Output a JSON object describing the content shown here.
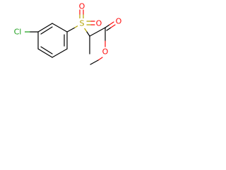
{
  "atoms": [
    {
      "id": "cl",
      "symbol": "Cl",
      "color": "#1fa01f"
    },
    {
      "id": "s",
      "symbol": "S",
      "color": "#b3a400"
    },
    {
      "id": "o_s_top",
      "symbol": "O",
      "color": "#ff0d0d"
    },
    {
      "id": "o_s_right",
      "symbol": "O",
      "color": "#ff0d0d"
    },
    {
      "id": "o_carbonyl",
      "symbol": "O",
      "color": "#ff0d0d"
    },
    {
      "id": "o_ester",
      "symbol": "O",
      "color": "#ff0d0d"
    }
  ],
  "colors": {
    "carbon_bond": "#000000",
    "chlorine": "#1fa01f",
    "sulfur": "#b3a400",
    "oxygen": "#ff0d0d",
    "background": "#ffffff"
  }
}
